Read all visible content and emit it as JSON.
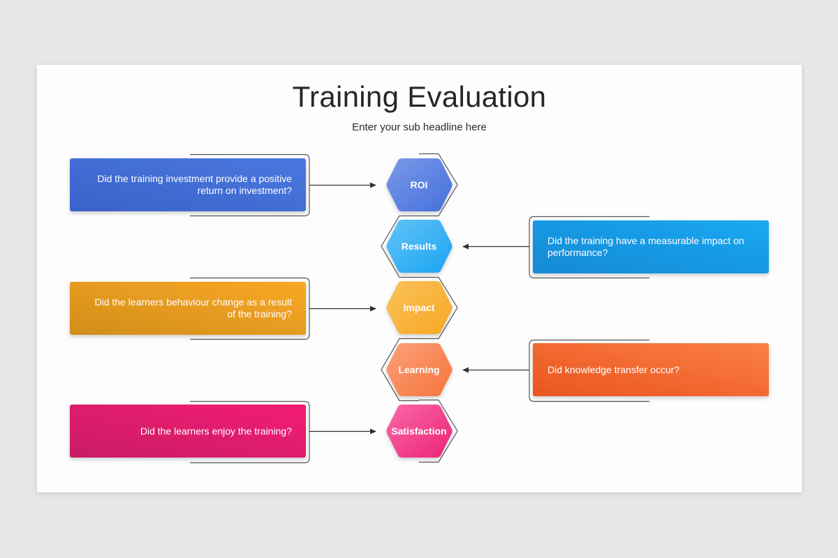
{
  "slide": {
    "title": "Training Evaluation",
    "subtitle": "Enter your sub headline here"
  },
  "levels": [
    {
      "label": "ROI",
      "question": "Did the training investment provide a positive return on investment?",
      "side": "left",
      "colors": {
        "box_start": "#3a62c9",
        "box_end": "#4a78e0",
        "hex_start": "#7b99e8",
        "hex_end": "#4470dc"
      }
    },
    {
      "label": "Results",
      "question": "Did the training have a measurable impact on performance?",
      "side": "right",
      "colors": {
        "box_start": "#1789d4",
        "box_end": "#1aa8f3",
        "hex_start": "#63c3f7",
        "hex_end": "#1aa4f2"
      }
    },
    {
      "label": "Impact",
      "question": "Did the learners behaviour change as a result of the training?",
      "side": "left",
      "colors": {
        "box_start": "#d18d1b",
        "box_end": "#f9a825",
        "hex_start": "#fbc25a",
        "hex_end": "#f6a723"
      }
    },
    {
      "label": "Learning",
      "question": "Did knowledge transfer occur?",
      "side": "right",
      "colors": {
        "box_start": "#e9561e",
        "box_end": "#fb7e45",
        "hex_start": "#fba17a",
        "hex_end": "#f6733c"
      }
    },
    {
      "label": "Satisfaction",
      "question": "Did the learners enjoy the training?",
      "side": "left",
      "colors": {
        "box_start": "#c91b64",
        "box_end": "#f31f75",
        "hex_start": "#f76aa6",
        "hex_end": "#ee2377"
      }
    }
  ],
  "colors": {
    "page_background": "#e8e6e7",
    "slide_background": "#fdfdfd",
    "connector": "#333333",
    "outline": "#555555"
  }
}
